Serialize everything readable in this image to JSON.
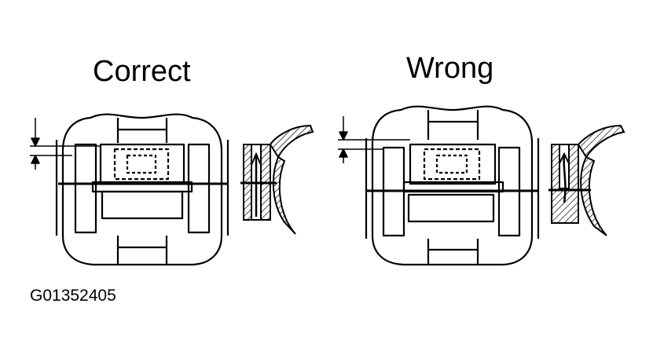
{
  "labels": {
    "correct": "Correct",
    "wrong": "Wrong"
  },
  "figure_id": "G01352405"
}
